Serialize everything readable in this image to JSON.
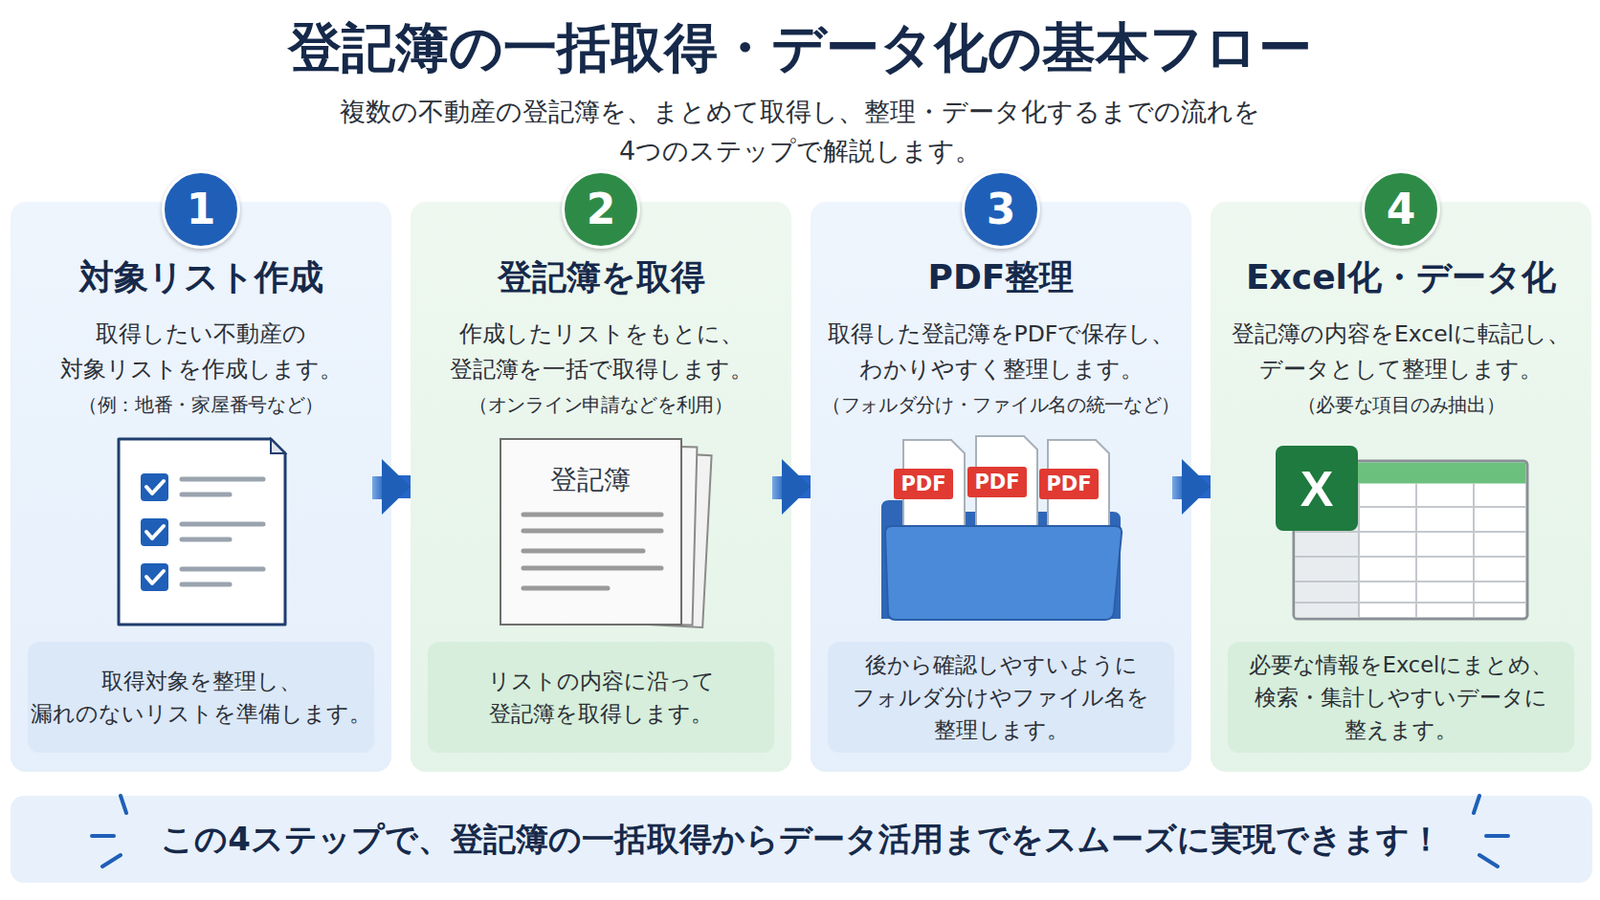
{
  "diagram": {
    "title": "登記簿の一括取得・データ化の基本フロー",
    "caption": "複数の不動産の登記簿を、まとめて取得し、整理・データ化するまでの流れを 4つのステップで解説します。",
    "nodes": [
      {
        "text": [
          "対象リスト作成",
          "取得したい不動産の 対象リストを作成します。",
          "（例：地番・家屋番号など）"
        ]
      },
      {
        "text": [
          "1"
        ],
        "in": 0
      },
      {
        "text": [
          "取得対象を整理し、 漏れのないリストを準備します。"
        ],
        "in": 0
      },
      {
        "text": [
          "登記簿を取得",
          "作成したリストをもとに、 登記簿を一括で取得します。",
          "（オンライン申請などを利用）"
        ]
      },
      {
        "text": [
          "2"
        ],
        "in": 3
      },
      {
        "text": [
          "リストの内容に沿って 登記簿を取得します。"
        ],
        "in": 3
      },
      {
        "text": [
          "PDF整理",
          "取得した登記簿をPDFで保存し、 わかりやすく整理します。",
          "（フォルダ分け・ファイル名の統一など）"
        ]
      },
      {
        "text": [
          "3"
        ],
        "in": 6
      },
      {
        "text": [
          "後から確認しやすいように フォルダ分けやファイル名を 整理します。"
        ],
        "in": 6
      },
      {
        "text": [
          "Excel化・データ化",
          "登記簿の内容をExcelに転記し、 データとして整理します。",
          "（必要な項目のみ抽出）"
        ]
      },
      {
        "text": [
          "4"
        ],
        "in": 9
      },
      {
        "text": [
          "必要な情報をExcelにまとめ、 検索・集計しやすいデータに 整えます。"
        ],
        "in": 9
      },
      {
        "text": [
          "この4ステップで、登記簿の一括取得からデータ活用までをスムーズに実現できます！"
        ]
      }
    ],
    "edges": [
      {
        "from": 0,
        "to": 3,
        "arrow": "to"
      },
      {
        "from": 3,
        "to": 6,
        "arrow": "to"
      },
      {
        "from": 6,
        "to": 9,
        "arrow": "to"
      }
    ],
    "labels": [
      "登記簿",
      "PDF",
      "PDF",
      "PDF",
      "X"
    ]
  }
}
